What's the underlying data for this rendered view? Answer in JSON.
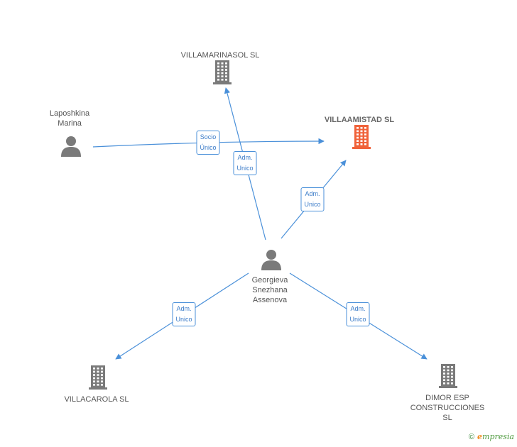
{
  "colors": {
    "edge": "#4a90d9",
    "node_default": "#7a7a7a",
    "node_highlight": "#f0623a",
    "person": "#7a7a7a"
  },
  "nodes": [
    {
      "id": "villamarinasol",
      "type": "company",
      "label": "VILLAMARINASOL SL",
      "highlight": false
    },
    {
      "id": "villaamistad",
      "type": "company",
      "label": "VILLAAMISTAD SL",
      "highlight": true
    },
    {
      "id": "laposhkina",
      "type": "person",
      "label": "Laposhkina\nMarina",
      "highlight": false
    },
    {
      "id": "georgieva",
      "type": "person",
      "label": "Georgieva\nSnezhana\nAssenova",
      "highlight": false
    },
    {
      "id": "villacarola",
      "type": "company",
      "label": "VILLACAROLA SL",
      "highlight": false
    },
    {
      "id": "dimor",
      "type": "company",
      "label": "DIMOR ESP\nCONSTRUCCIONES\nSL",
      "highlight": false
    }
  ],
  "edges": [
    {
      "from": "laposhkina",
      "to": "villaamistad",
      "label": "Socio\nÚnico"
    },
    {
      "from": "georgieva",
      "to": "villamarinasol",
      "label": "Adm.\nUnico"
    },
    {
      "from": "georgieva",
      "to": "villaamistad",
      "label": "Adm.\nUnico"
    },
    {
      "from": "georgieva",
      "to": "villacarola",
      "label": "Adm.\nUnico"
    },
    {
      "from": "georgieva",
      "to": "dimor",
      "label": "Adm.\nUnico"
    }
  ],
  "footer": {
    "copyright_symbol": "©",
    "brand_initial": "e",
    "brand_rest": "mpresia"
  }
}
